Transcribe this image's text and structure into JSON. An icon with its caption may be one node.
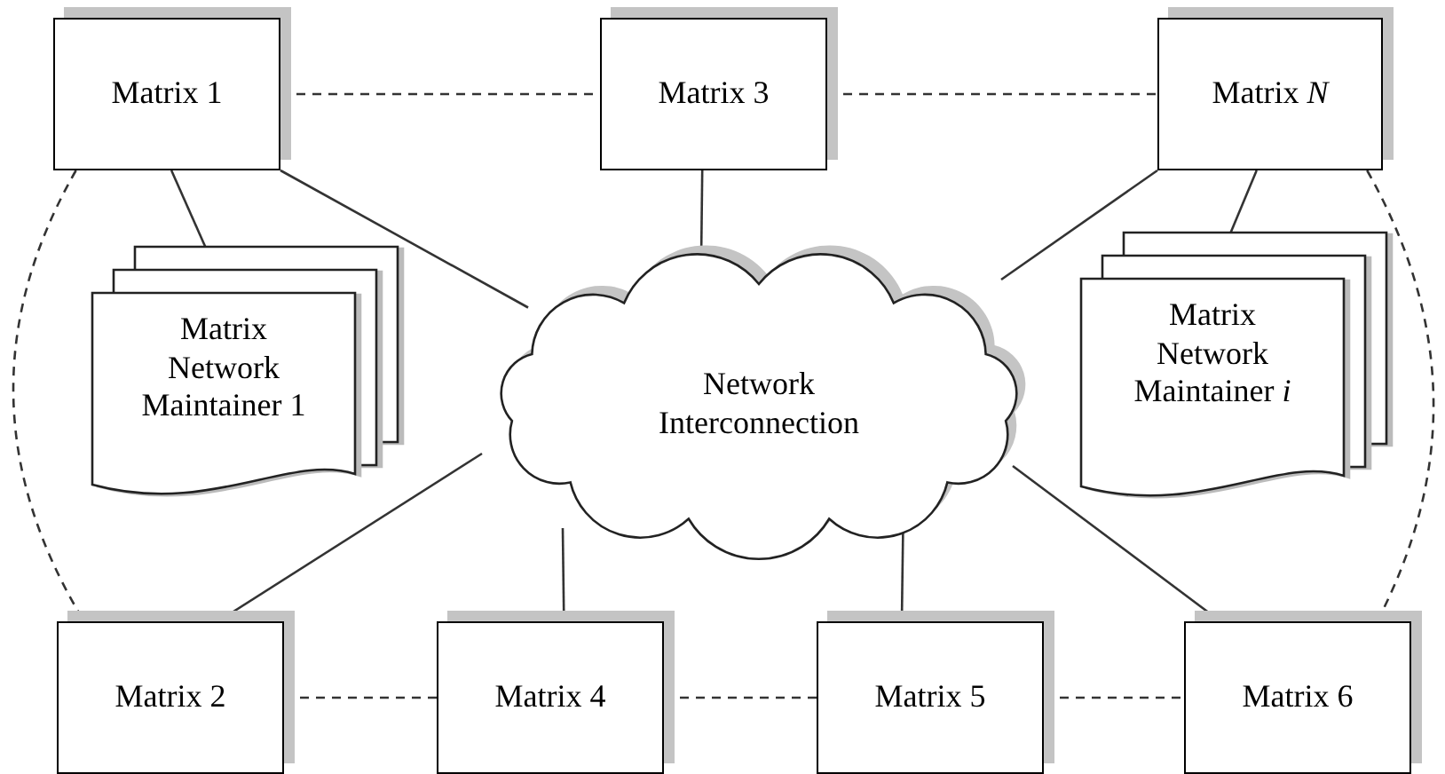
{
  "diagram": {
    "nodes": [
      {
        "text": [
          "Matrix 1"
        ]
      },
      {
        "text": [
          "Matrix 3"
        ]
      },
      {
        "text": [
          "Matrix *N*"
        ]
      },
      {
        "text": [
          "Matrix Network Maintainer 1"
        ]
      },
      {
        "text": [
          "Network Interconnection"
        ]
      },
      {
        "text": [
          "Matrix Network Maintainer *i*"
        ]
      },
      {
        "text": [
          "Matrix 2"
        ]
      },
      {
        "text": [
          "Matrix 4"
        ]
      },
      {
        "text": [
          "Matrix 5"
        ]
      },
      {
        "text": [
          "Matrix 6"
        ]
      }
    ],
    "edges": [
      {
        "from": 0,
        "to": 1,
        "arrow": "none",
        "style": "dashed"
      },
      {
        "from": 1,
        "to": 2,
        "arrow": "none",
        "style": "dashed"
      },
      {
        "from": 0,
        "to": 6,
        "arrow": "none",
        "style": "dashed"
      },
      {
        "from": 0,
        "to": 3,
        "arrow": "none"
      },
      {
        "from": 0,
        "to": 4,
        "arrow": "none"
      },
      {
        "from": 1,
        "to": 4,
        "arrow": "none"
      },
      {
        "from": 2,
        "to": 4,
        "arrow": "none"
      },
      {
        "from": 2,
        "to": 5,
        "arrow": "none"
      },
      {
        "from": 2,
        "to": 9,
        "arrow": "none",
        "style": "dashed"
      },
      {
        "from": 6,
        "to": 4,
        "arrow": "none"
      },
      {
        "from": 7,
        "to": 4,
        "arrow": "none"
      },
      {
        "from": 8,
        "to": 4,
        "arrow": "none"
      },
      {
        "from": 9,
        "to": 4,
        "arrow": "none"
      },
      {
        "from": 6,
        "to": 7,
        "arrow": "none",
        "style": "dashed"
      },
      {
        "from": 7,
        "to": 8,
        "arrow": "none",
        "style": "dashed"
      },
      {
        "from": 8,
        "to": 9,
        "arrow": "none",
        "style": "dashed"
      }
    ]
  }
}
